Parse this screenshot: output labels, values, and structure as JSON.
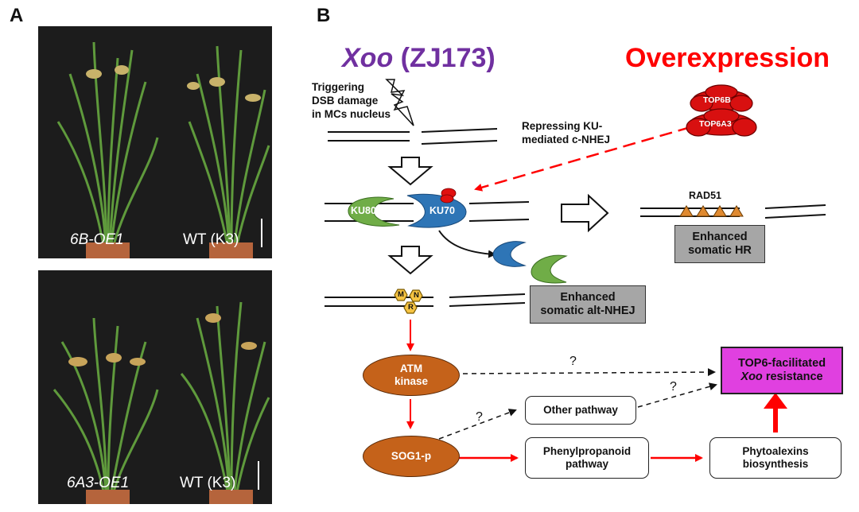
{
  "panels": {
    "a_letter": "A",
    "b_letter": "B"
  },
  "photos": [
    {
      "left_label": "6B-OE1",
      "right_label": "WT (K3)"
    },
    {
      "left_label": "6A3-OE1",
      "right_label": "WT (K3)"
    }
  ],
  "diagram": {
    "title_pathogen": "Xoo",
    "title_strain": " (ZJ173)",
    "title_overexpression": "Overexpression",
    "trigger_text": [
      "Triggering",
      "DSB damage",
      "in MCs nucleus"
    ],
    "repress_text": [
      "Repressing KU-",
      "mediated c-NHEJ"
    ],
    "top6b": "TOP6B",
    "top6a3": "TOP6A3",
    "ku80": "KU80",
    "ku70": "KU70",
    "rad51": "RAD51",
    "mrn": {
      "m": "M",
      "n": "N",
      "r": "R"
    },
    "hr_box": [
      "Enhanced",
      "somatic HR"
    ],
    "altnhej_box": [
      "Enhanced",
      "somatic alt-NHEJ"
    ],
    "atm": [
      "ATM",
      "kinase"
    ],
    "sog1": "SOG1-p",
    "other_pathway": "Other pathway",
    "phenyl": [
      "Phenylpropanoid",
      "pathway"
    ],
    "phyto": [
      "Phytoalexins",
      "biosynthesis"
    ],
    "result": [
      "TOP6-facilitated",
      "Xoo",
      " resistance"
    ],
    "question": "?"
  },
  "colors": {
    "purple": "#7030a0",
    "red": "#ff0000",
    "magenta": "#e040e0",
    "orange": "#c5621a",
    "blue": "#2e75b6",
    "green": "#70ad47",
    "hex": "#f5c342"
  }
}
